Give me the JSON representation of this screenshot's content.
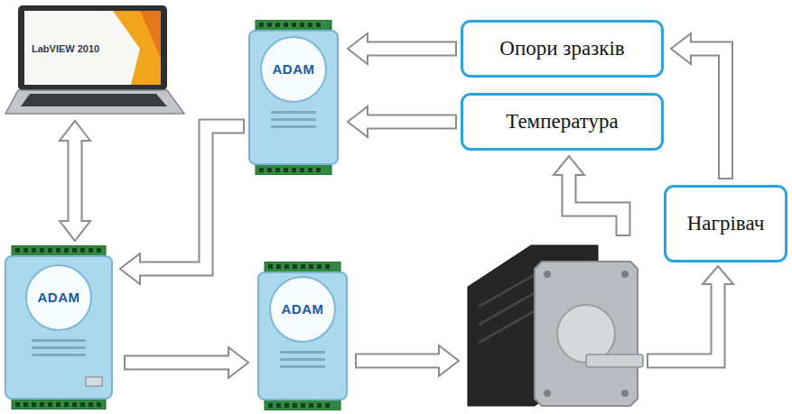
{
  "diagram": {
    "nodes": [
      {
        "text": [
          "LabVIEW 2010"
        ]
      },
      {
        "text": [
          "ADAM"
        ]
      },
      {
        "text": [
          "Опори зразків"
        ]
      },
      {
        "text": [
          "Температура"
        ]
      },
      {
        "text": [
          "Нагрівач"
        ]
      },
      {
        "text": [
          "ADAM"
        ]
      },
      {
        "text": [
          "ADAM"
        ]
      }
    ],
    "edges": [
      {
        "from": 2,
        "to": 1,
        "arrow": "to"
      },
      {
        "from": 3,
        "to": 1,
        "arrow": "to"
      },
      {
        "from": 1,
        "to": 5,
        "arrow": "to"
      },
      {
        "from": 0,
        "to": 5,
        "arrow": "both"
      },
      {
        "from": 5,
        "to": 6,
        "arrow": "to"
      },
      {
        "from": 4,
        "to": 2,
        "arrow": "to"
      }
    ]
  }
}
